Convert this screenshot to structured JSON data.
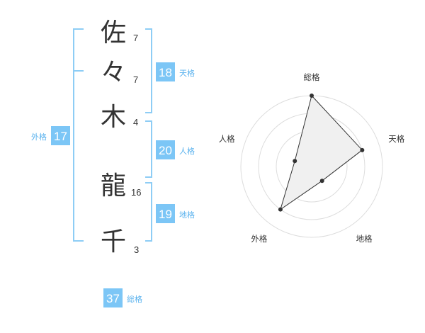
{
  "colors": {
    "bracket": "#8ecdf5",
    "box": "#7cc6f6",
    "label": "#5ab2ee",
    "text": "#333333",
    "ring": "#dddddd",
    "polygon_fill": "#f0f0f0",
    "polygon_stroke": "#333333",
    "dot": "#333333",
    "center_dot": "#cccccc"
  },
  "name": {
    "characters": [
      {
        "char": "佐",
        "strokes": "7"
      },
      {
        "char": "々",
        "strokes": "7"
      },
      {
        "char": "木",
        "strokes": "4"
      },
      {
        "char": "龍",
        "strokes": "16"
      },
      {
        "char": "千",
        "strokes": "3"
      }
    ]
  },
  "fortunes": {
    "tenkaku": {
      "value": "18",
      "label": "天格"
    },
    "jinkaku": {
      "value": "20",
      "label": "人格"
    },
    "chikaku": {
      "value": "19",
      "label": "地格"
    },
    "gaikaku": {
      "value": "17",
      "label": "外格"
    },
    "soukaku": {
      "value": "37",
      "label": "総格"
    }
  },
  "chart_data": {
    "type": "radar",
    "axes": [
      "総格",
      "天格",
      "地格",
      "外格",
      "人格"
    ],
    "rings": 4,
    "max": 4,
    "values": [
      4,
      3,
      1,
      3,
      1
    ]
  }
}
